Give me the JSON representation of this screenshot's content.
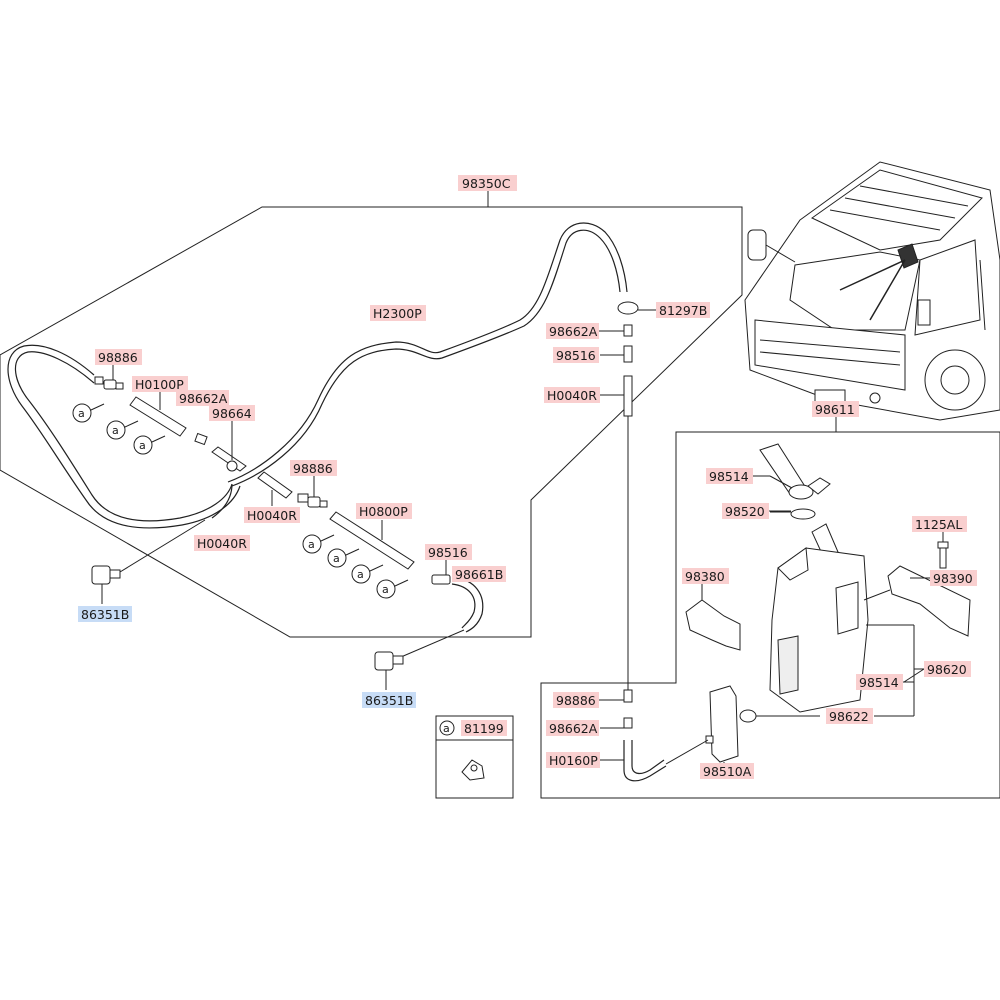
{
  "colors": {
    "part_label_bg": "#f9cfcf",
    "service_label_bg": "#c7dcf6",
    "line": "#222222"
  },
  "labels": {
    "assembly_98350c": "98350C",
    "nozzle_98886_left": "98886",
    "hose_h0100p": "H0100P",
    "joint_98662a_left": "98662A",
    "tee_98664": "98664",
    "hose_h2300p": "H2300P",
    "nozzle_98886_mid": "98886",
    "hose_h0040r_mid": "H0040R",
    "hose_h0040r_left": "H0040R",
    "hose_h0800p": "H0800P",
    "valve_98516_left": "98516",
    "hose_98661b": "98661B",
    "clip_86351b_left": "86351B",
    "clip_86351b_bottom": "86351B",
    "grommet_81297b": "81297B",
    "joint_98662a_top": "98662A",
    "valve_98516_top": "98516",
    "hose_h0040r_top": "H0040R",
    "reservoir_assy_98611": "98611",
    "cap_98514_top": "98514",
    "seal_98520": "98520",
    "bolt_1125al": "1125AL",
    "bracket_98380": "98380",
    "bracket_98390": "98390",
    "pump_98620": "98620",
    "cap_98514_side": "98514",
    "grommet_98622": "98622",
    "nozzle_98886_bottom": "98886",
    "joint_98662a_bottom": "98662A",
    "hose_h0160p": "H0160P",
    "motor_98510a": "98510A",
    "legend_symbol": "a",
    "legend_part": "81199"
  },
  "callout_symbol": "a"
}
